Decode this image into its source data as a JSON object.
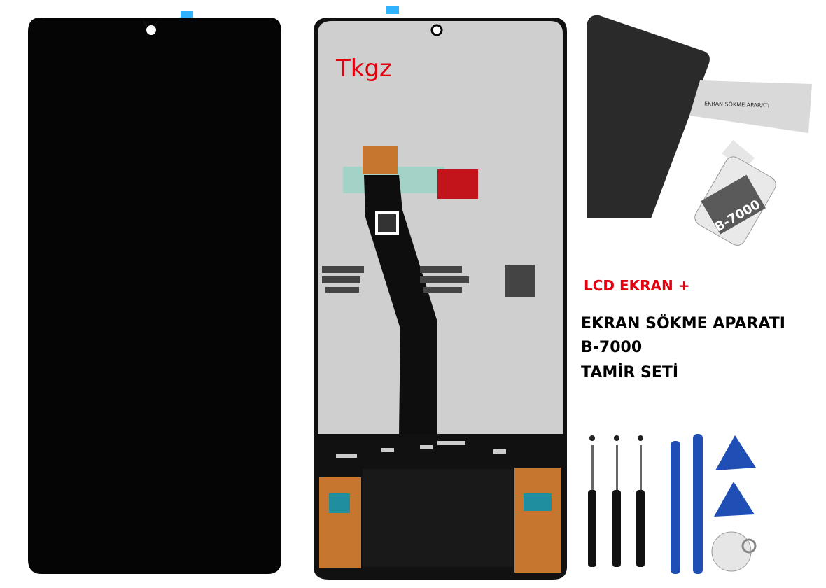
{
  "watermark": "Tkgz",
  "promo": {
    "line_red": "LCD EKRAN +",
    "line1": "EKRAN SÖKME APARATI",
    "line2": "B-7000",
    "line3": "TAMİR SETİ"
  },
  "accessory": {
    "opener_card_text": "EKRAN SÖKME APARATI",
    "glue_bottle_text": "B-7000"
  },
  "colors": {
    "accent_red": "#e3000f",
    "screen_black": "#050505",
    "tool_blue": "#1f4fb5"
  }
}
